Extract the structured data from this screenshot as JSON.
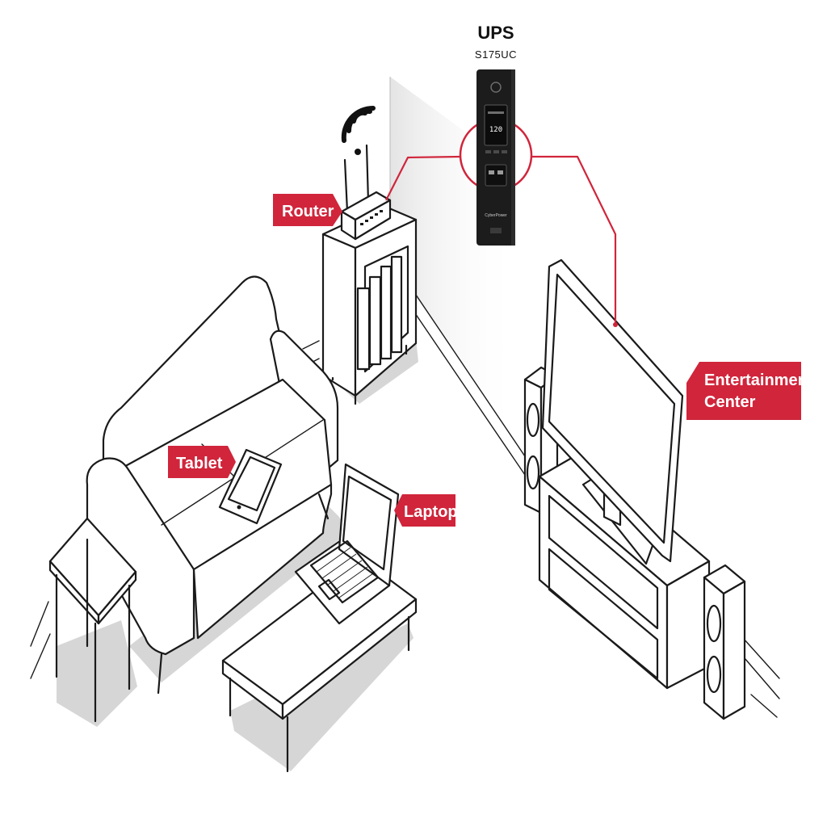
{
  "ups": {
    "title": "UPS",
    "model": "S175UC",
    "brand": "CyberPower",
    "display_value": "120"
  },
  "labels": {
    "router": "Router",
    "tablet": "Tablet",
    "laptop": "Laptop",
    "entertainment_line1": "Entertainment",
    "entertainment_line2": "Center"
  },
  "colors": {
    "accent": "#d0253b",
    "line": "#1a1a1a",
    "shadow": "#d6d6d6",
    "device": "#1c1c1c"
  }
}
